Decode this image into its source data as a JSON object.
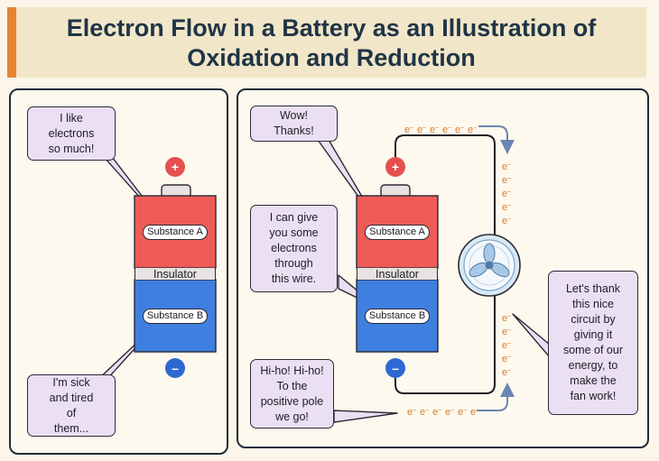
{
  "title": {
    "line1": "Electron Flow in a Battery as an Illustration of",
    "line2": "Oxidation and Reduction"
  },
  "colors": {
    "accent": "#e9842e",
    "title_bg": "#f1e6c8",
    "title_text": "#1f3446",
    "substance_a": "#ef5b57",
    "substance_b": "#3f7fe0",
    "bubble": "#ebe0f3",
    "electron": "#dd7d2c",
    "arrow": "#6c85b3",
    "fan": "#bcd8ee"
  },
  "left_panel": {
    "bubble_top": "I like\nelectrons\nso much!",
    "bubble_bottom": "I'm sick\nand tired\nof\nthem...",
    "positive_sign": "+",
    "negative_sign": "–",
    "substance_a": "Substance A",
    "substance_b": "Substance B",
    "insulator": "Insulator"
  },
  "right_panel": {
    "bubble_wow": "Wow!\nThanks!",
    "bubble_give": "I can give\nyou some\nelectrons\nthrough\nthis wire.",
    "bubble_hiho": "Hi-ho! Hi-ho!\nTo the\npositive pole\nwe go!",
    "bubble_thank": "Let's thank\nthis nice\ncircuit by\ngiving it\nsome of our\nenergy, to\nmake the\nfan work!",
    "positive_sign": "+",
    "negative_sign": "–",
    "substance_a": "Substance A",
    "substance_b": "Substance B",
    "insulator": "Insulator",
    "electron_symbol": "e",
    "electron_charge": "–",
    "fan_icon": "fan-icon"
  }
}
